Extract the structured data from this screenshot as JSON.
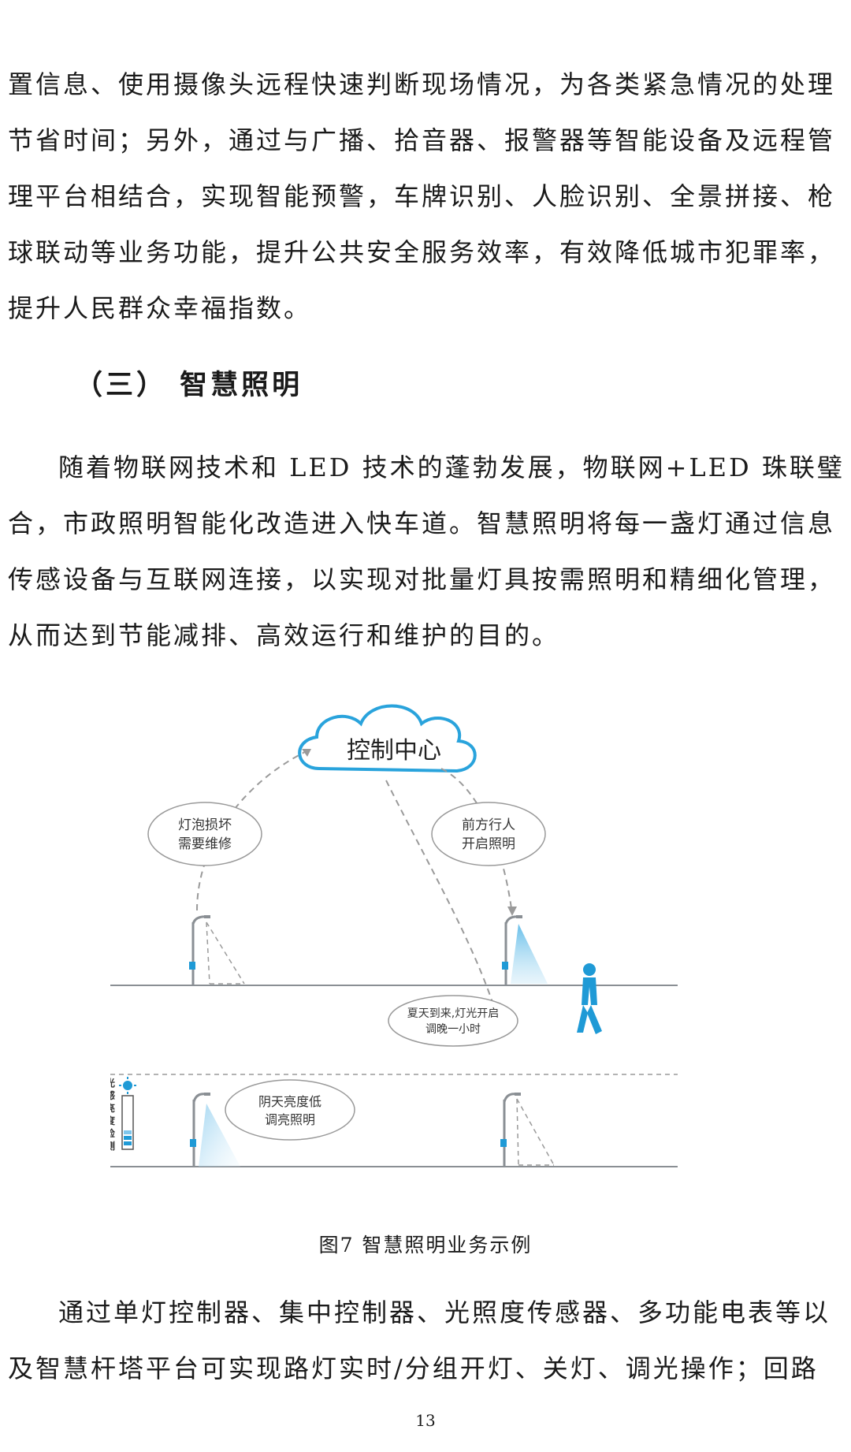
{
  "paragraph_1": {
    "lines": [
      "置信息、使用摄像头远程快速判断现场情况，为各类紧急情况的处理",
      "节省时间；另外，通过与广播、拾音器、报警器等智能设备及远程管",
      "理平台相结合，实现智能预警，车牌识别、人脸识别、全景拼接、枪",
      "球联动等业务功能，提升公共安全服务效率，有效降低城市犯罪率，",
      "提升人民群众幸福指数。"
    ]
  },
  "section_heading": "（三）  智慧照明",
  "paragraph_2": {
    "lines": [
      "随着物联网技术和 LED 技术的蓬勃发展，物联网+LED 珠联璧",
      "合，市政照明智能化改造进入快车道。智慧照明将每一盏灯通过信息",
      "传感设备与互联网连接，以实现对批量灯具按需照明和精细化管理，",
      "从而达到节能减排、高效运行和维护的目的。"
    ]
  },
  "figure": {
    "cloud_label": "控制中心",
    "bubble_fault": [
      "灯泡损坏",
      "需要维修"
    ],
    "bubble_pedestrian": [
      "前方行人",
      "开启照明"
    ],
    "bubble_summer": [
      "夏天到来,灯光开启",
      "调晚一小时"
    ],
    "bubble_cloudy": [
      "阴天亮度低",
      "调亮照明"
    ],
    "sensor_label": [
      "光",
      "感",
      "亮",
      "度",
      "检",
      "测"
    ],
    "colors": {
      "accent_blue": "#1f9ad6",
      "cloud_stroke": "#29a3dc",
      "dash_gray": "#9a9a9a",
      "pole_gray": "#8a8f94"
    }
  },
  "caption": "图7 智慧照明业务示例",
  "paragraph_3": {
    "lines": [
      "通过单灯控制器、集中控制器、光照度传感器、多功能电表等以",
      "及智慧杆塔平台可实现路灯实时/分组开灯、关灯、调光操作；回路"
    ]
  },
  "page_number": "13"
}
